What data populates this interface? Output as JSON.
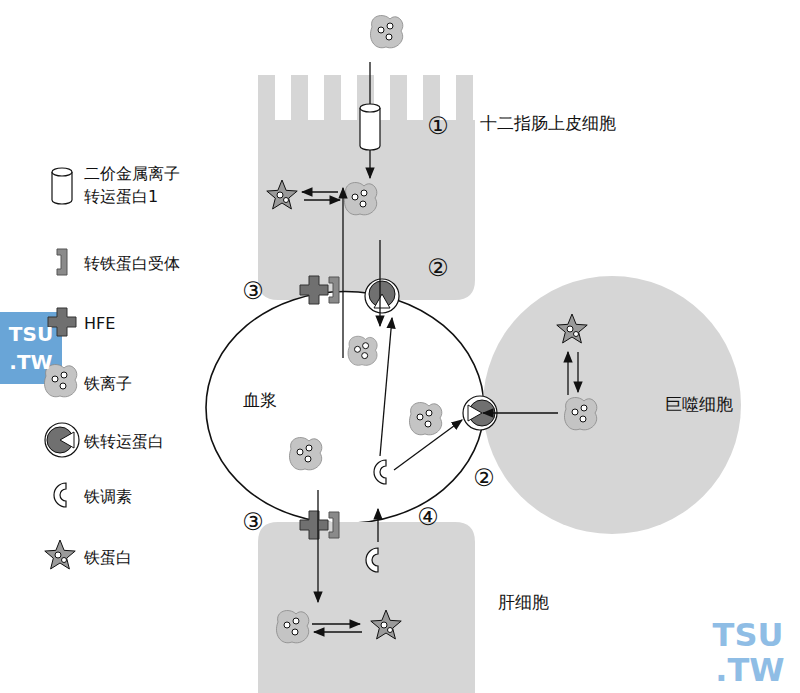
{
  "diagram": {
    "nodes": [
      {
        "text": [
          "十二指肠上皮细胞"
        ]
      },
      {
        "text": [
          "血浆"
        ]
      },
      {
        "text": [
          "巨噬细胞"
        ]
      },
      {
        "text": [
          "肝细胞"
        ]
      }
    ],
    "edges": [
      {
        "from": 0,
        "to": 1,
        "arrow": "to"
      },
      {
        "from": 1,
        "to": 0,
        "arrow": "to"
      },
      {
        "from": 2,
        "to": 1,
        "arrow": "to"
      },
      {
        "from": 1,
        "to": 3,
        "arrow": "to"
      },
      {
        "from": 3,
        "to": 1,
        "arrow": "to"
      }
    ],
    "labels": [
      "①",
      "②",
      "③",
      "②",
      "③",
      "④",
      "TSU",
      ".TW",
      "TSU",
      ".TW"
    ],
    "legend": [
      {
        "text": "二价金属离子转运蛋白1"
      },
      {
        "text": "转铁蛋白受体"
      },
      {
        "text": "HFE"
      },
      {
        "text": "铁离子"
      },
      {
        "text": "铁转运蛋白"
      },
      {
        "text": "铁调素"
      },
      {
        "text": "铁蛋白"
      }
    ]
  }
}
